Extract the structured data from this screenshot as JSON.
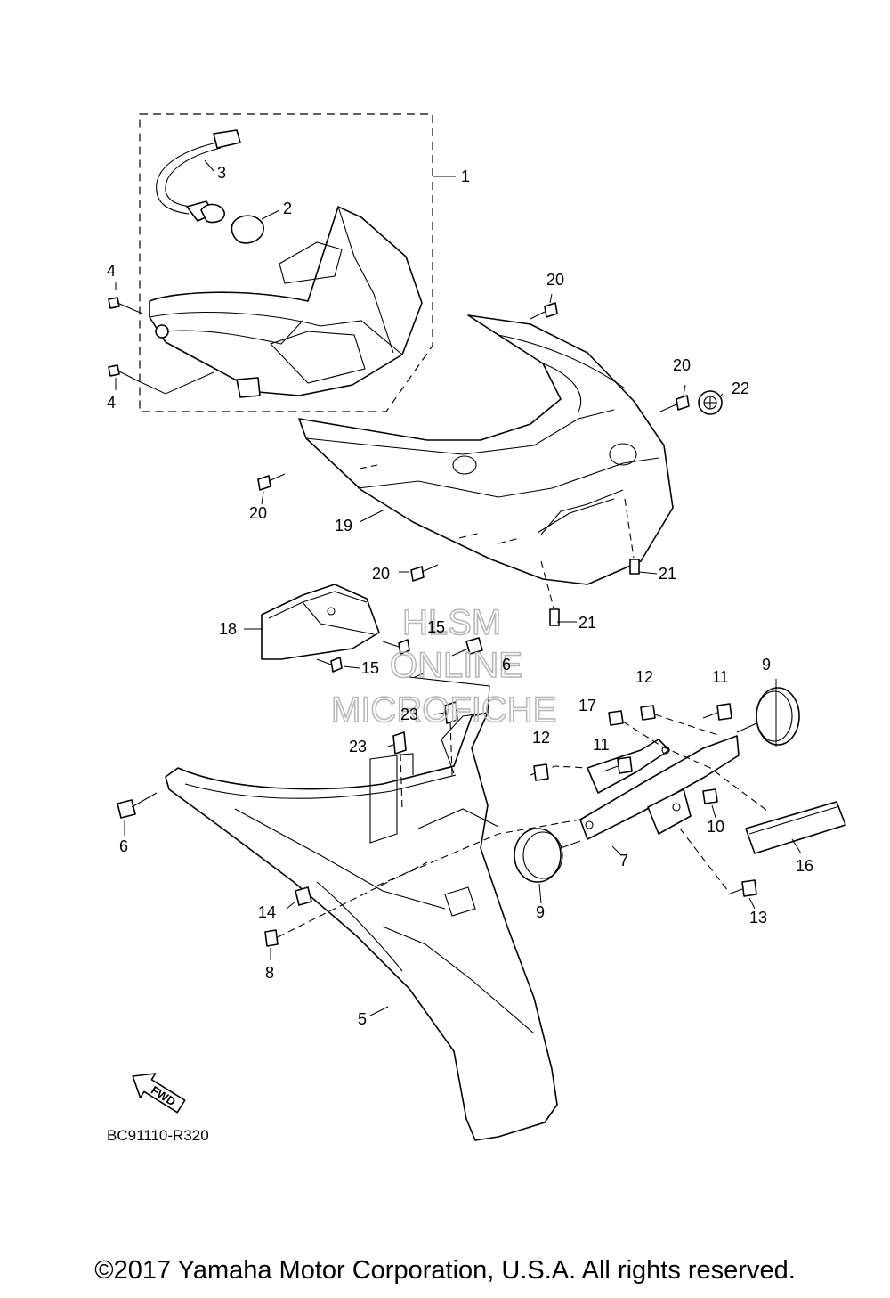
{
  "watermark": {
    "line1": "HLSM",
    "line2": "ONLINE",
    "line3": "MICROFICHE"
  },
  "diagram_code": "BC91110-R320",
  "fwd_label": "FWD",
  "copyright": "©2017 Yamaha Motor Corporation, U.S.A. All rights reserved.",
  "callouts": {
    "c1": "1",
    "c2": "2",
    "c3": "3",
    "c4a": "4",
    "c4b": "4",
    "c5": "5",
    "c6a": "6",
    "c6b": "6",
    "c7": "7",
    "c8": "8",
    "c9a": "9",
    "c9b": "9",
    "c10": "10",
    "c11a": "11",
    "c11b": "11",
    "c12a": "12",
    "c12b": "12",
    "c13": "13",
    "c14": "14",
    "c15a": "15",
    "c15b": "15",
    "c16": "16",
    "c17": "17",
    "c18": "18",
    "c19": "19",
    "c20a": "20",
    "c20b": "20",
    "c20c": "20",
    "c20d": "20",
    "c21a": "21",
    "c21b": "21",
    "c22": "22",
    "c23a": "23",
    "c23b": "23"
  }
}
